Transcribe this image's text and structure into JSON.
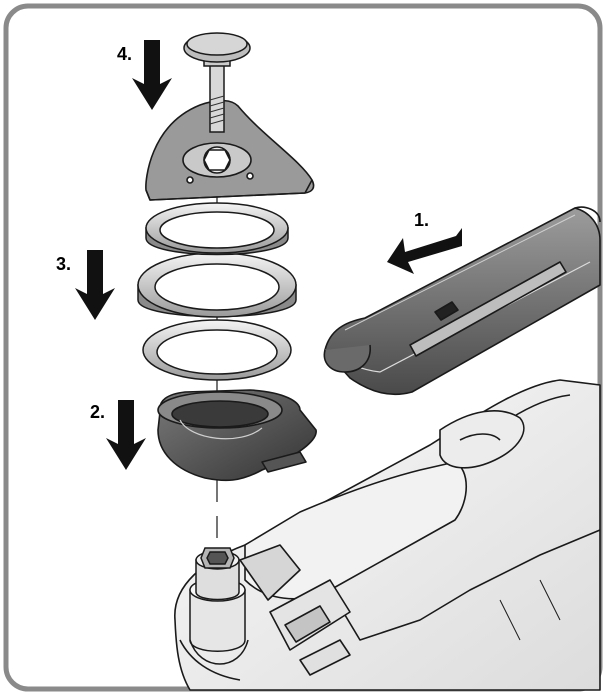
{
  "steps": [
    {
      "number": "1.",
      "part": "extraction-nozzle"
    },
    {
      "number": "2.",
      "part": "adapter-cup"
    },
    {
      "number": "3.",
      "part": "sealing-rings"
    },
    {
      "number": "4.",
      "part": "sanding-plate-and-screw"
    }
  ],
  "colors": {
    "frame": "#8a8a8a",
    "outline": "#1a1a1a",
    "light_gray": "#eeeeee",
    "mid_gray": "#c8c8c8",
    "dark_gray": "#555555",
    "sanding_pad": "#9a9a9a"
  },
  "icons": [
    "down-arrow-icon",
    "left-arrow-icon"
  ]
}
